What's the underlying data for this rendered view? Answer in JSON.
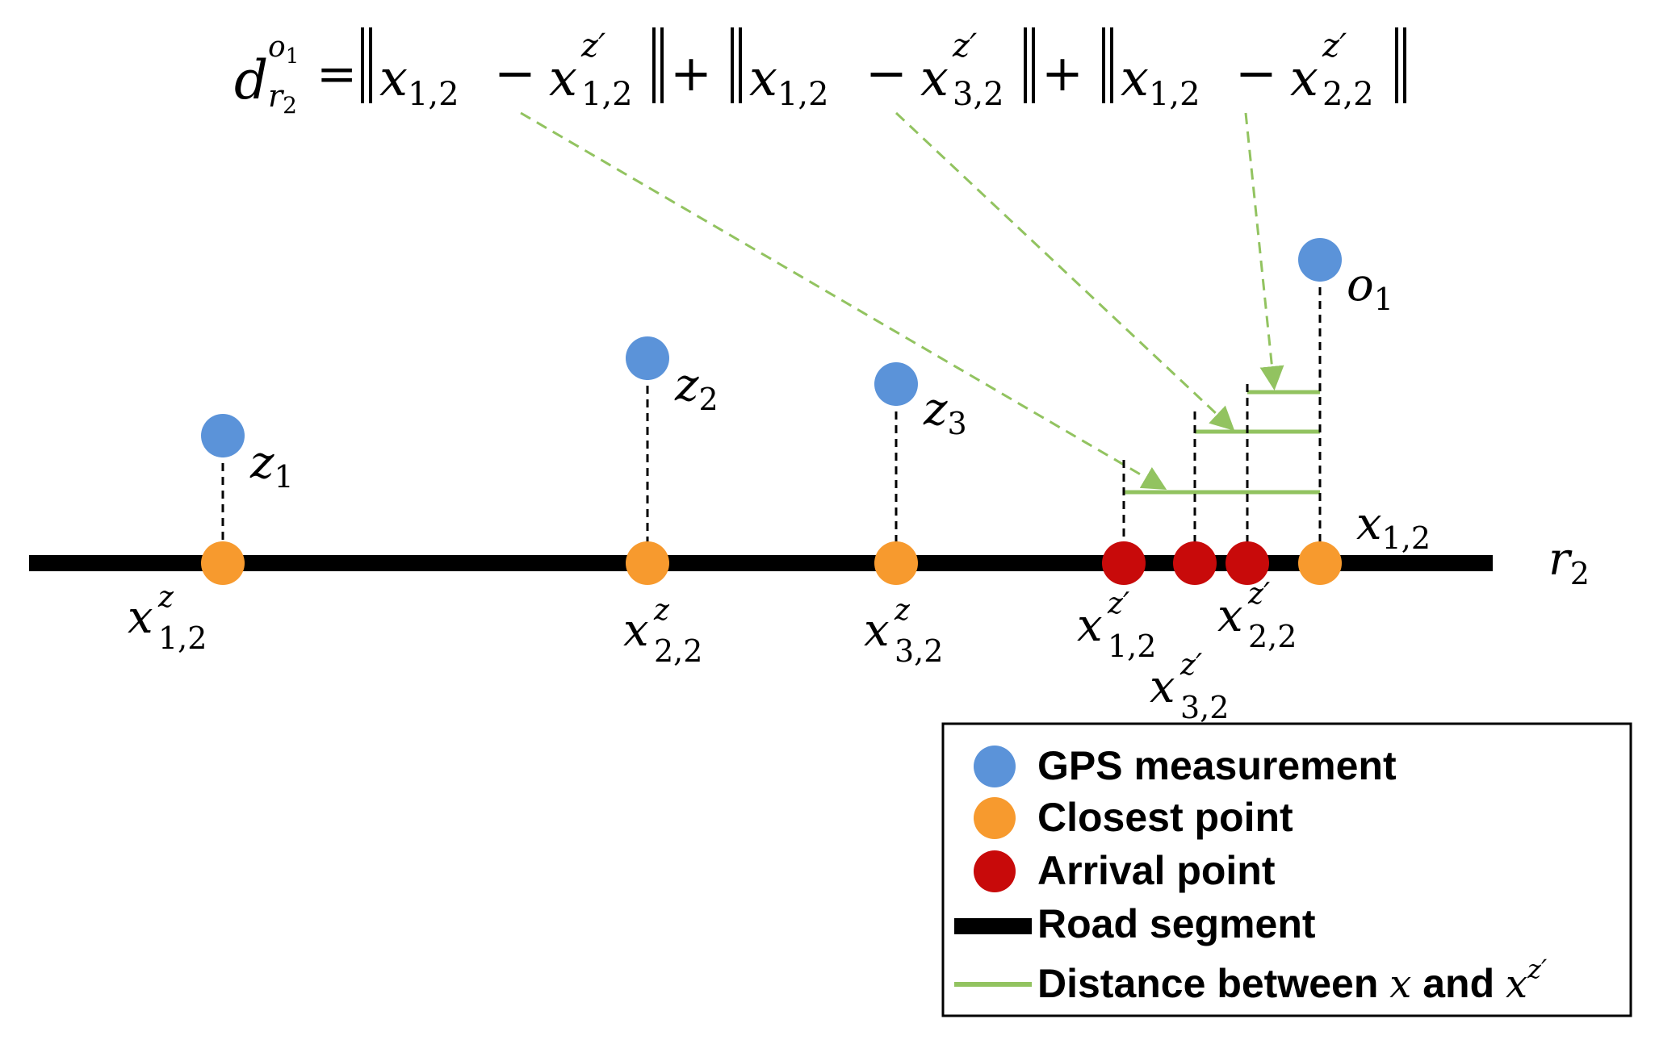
{
  "formula": {
    "lhs_base": "d",
    "lhs_sup": "o",
    "lhs_sup_sub": "1",
    "lhs_sub": "r",
    "lhs_sub_sub": "2",
    "equals": "=",
    "plus": "+",
    "minus": "−",
    "terms": [
      {
        "x": "x",
        "x_sub": "1,2",
        "xz": "x",
        "xz_sup": "z′",
        "xz_sub": "1,2"
      },
      {
        "x": "x",
        "x_sub": "1,2",
        "xz": "x",
        "xz_sup": "z′",
        "xz_sub": "3,2"
      },
      {
        "x": "x",
        "x_sub": "1,2",
        "xz": "x",
        "xz_sup": "z′",
        "xz_sub": "2,2"
      }
    ]
  },
  "labels": {
    "road": {
      "base": "r",
      "sub": "2"
    },
    "o1": {
      "base": "o",
      "sub": "1"
    },
    "z1": {
      "base": "z",
      "sub": "1"
    },
    "z2": {
      "base": "z",
      "sub": "2"
    },
    "z3": {
      "base": "z",
      "sub": "3"
    },
    "x12": {
      "base": "x",
      "sub": "1,2"
    },
    "xz12": {
      "base": "x",
      "sup": "z",
      "sub": "1,2"
    },
    "xz22": {
      "base": "x",
      "sup": "z",
      "sub": "2,2"
    },
    "xz32": {
      "base": "x",
      "sup": "z",
      "sub": "3,2"
    },
    "xzp12": {
      "base": "x",
      "sup": "z′",
      "sub": "1,2"
    },
    "xzp22": {
      "base": "x",
      "sup": "z′",
      "sub": "2,2"
    },
    "xzp32": {
      "base": "x",
      "sup": "z′",
      "sub": "3,2"
    }
  },
  "legend": {
    "gps": "GPS measurement",
    "closest": "Closest point",
    "arrival": "Arrival point",
    "road": "Road segment",
    "distance_prefix": "Distance between ",
    "distance_x": "x",
    "distance_and": " and ",
    "distance_xz": "x",
    "distance_xz_sup": "z′"
  },
  "colors": {
    "gps": "#5b93d9",
    "closest": "#f79a2e",
    "arrival": "#c80a0a",
    "road": "#000000",
    "distance": "#92c360"
  }
}
